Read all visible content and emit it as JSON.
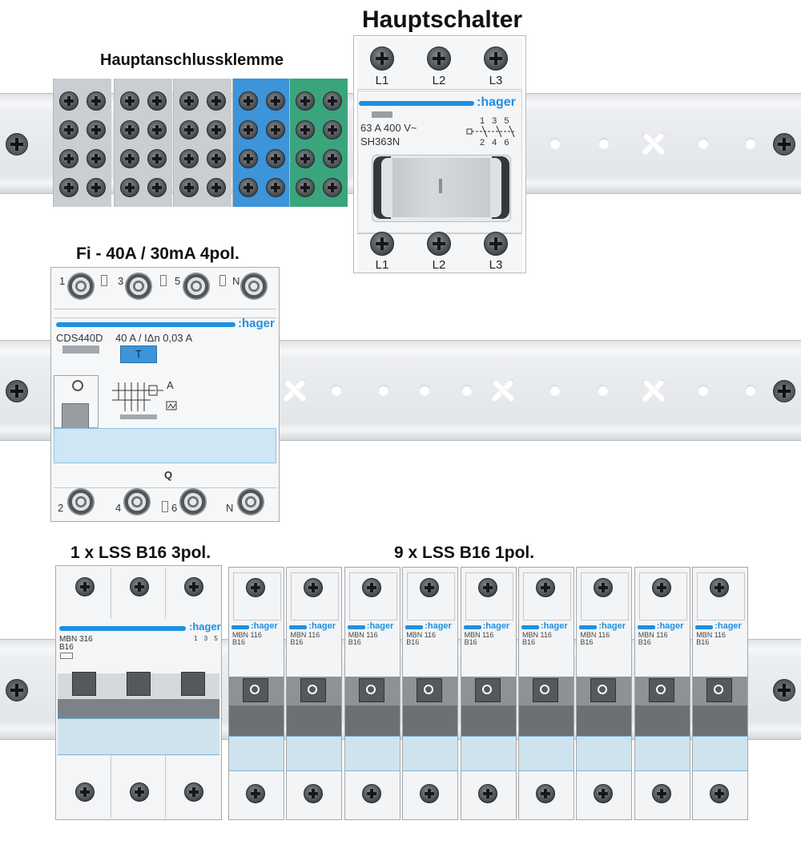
{
  "titles": {
    "main_terminal": "Hauptanschlussklemme",
    "main_switch": "Hauptschalter",
    "rcd": "Fi - 40A / 30mA 4pol.",
    "mcb3": "1 x LSS B16 3pol.",
    "mcb1": "9 x LSS B16 1pol."
  },
  "main_switch": {
    "top_terminals": [
      "L1",
      "L2",
      "L3"
    ],
    "bottom_terminals": [
      "L1",
      "L2",
      "L3"
    ],
    "brand": ":hager",
    "rating": "63 A 400 V~",
    "model": "SH363N",
    "poles_top": "1 3 5",
    "poles_bottom": "2 4 6"
  },
  "rcd": {
    "top_terminals": [
      "1",
      "3",
      "5",
      "N"
    ],
    "bottom_terminals": [
      "2",
      "4",
      "6",
      "N"
    ],
    "brand": ":hager",
    "model": "CDS440D",
    "rating": "40 A / IΔn 0,03 A",
    "test_button": "T",
    "indicator": "A",
    "q_label": "Q"
  },
  "mcb3": {
    "brand": ":hager",
    "model": "MBN 316",
    "curve": "B16",
    "pole_marks": "1 3 5"
  },
  "mcb1": {
    "count": 9,
    "brand": ":hager",
    "model": "MBN 116",
    "curve": "B16"
  },
  "colors": {
    "hager_blue": "#1e90e0",
    "terminal_grey": "#c9ced2",
    "terminal_blue": "#3d94d9",
    "terminal_green": "#3aa57c"
  }
}
